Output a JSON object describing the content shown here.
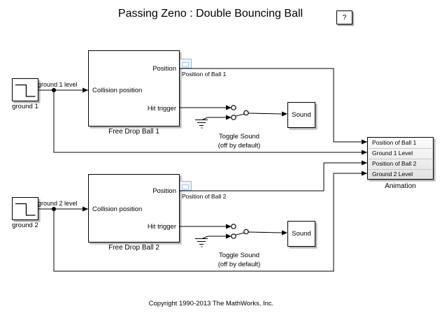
{
  "diagram": {
    "title": "Passing Zeno : Double Bouncing Ball",
    "help_button_label": "?",
    "copyright": "Copyright 1990-2013 The MathWorks, Inc."
  },
  "sources": {
    "ground1": {
      "name": "ground 1",
      "signal": "ground 1 level"
    },
    "ground2": {
      "name": "ground 2",
      "signal": "ground 2 level"
    }
  },
  "subsystems": {
    "ball1": {
      "name": "Free Drop Ball 1",
      "input": "Collision position",
      "outputs": [
        "Position",
        "Hit trigger"
      ]
    },
    "ball2": {
      "name": "Free Drop Ball 2",
      "input": "Collision position",
      "outputs": [
        "Position",
        "Hit trigger"
      ]
    }
  },
  "signals": {
    "pos1": "Position of Ball 1",
    "pos2": "Position of Ball 2"
  },
  "switches": {
    "toggle1": {
      "name": "Toggle Sound",
      "note": "(off by default)"
    },
    "toggle2": {
      "name": "Toggle Sound",
      "note": "(off by default)"
    }
  },
  "sinks": {
    "sound1": {
      "name": "Sound"
    },
    "sound2": {
      "name": "Sound"
    },
    "animation": {
      "name": "Animation",
      "ports": [
        "Position of Ball 1",
        "Ground 1 Level",
        "Position of Ball 2",
        "Ground 2 Level"
      ]
    }
  },
  "icons": {
    "step_signal": "step-down-waveform",
    "ground_symbol": "earth-ground-bars",
    "signal_logging_badge": "blue-scope-badge",
    "manual_switch": "open-circles-with-lever"
  },
  "colors": {
    "wire": "#000000",
    "block_fill": "#ffffff",
    "block_shadow": "#b4b4b4",
    "badge_border": "#97b9d6",
    "animation_fill_top": "#fdfdfd",
    "animation_fill_bottom": "#e2e2e2"
  }
}
